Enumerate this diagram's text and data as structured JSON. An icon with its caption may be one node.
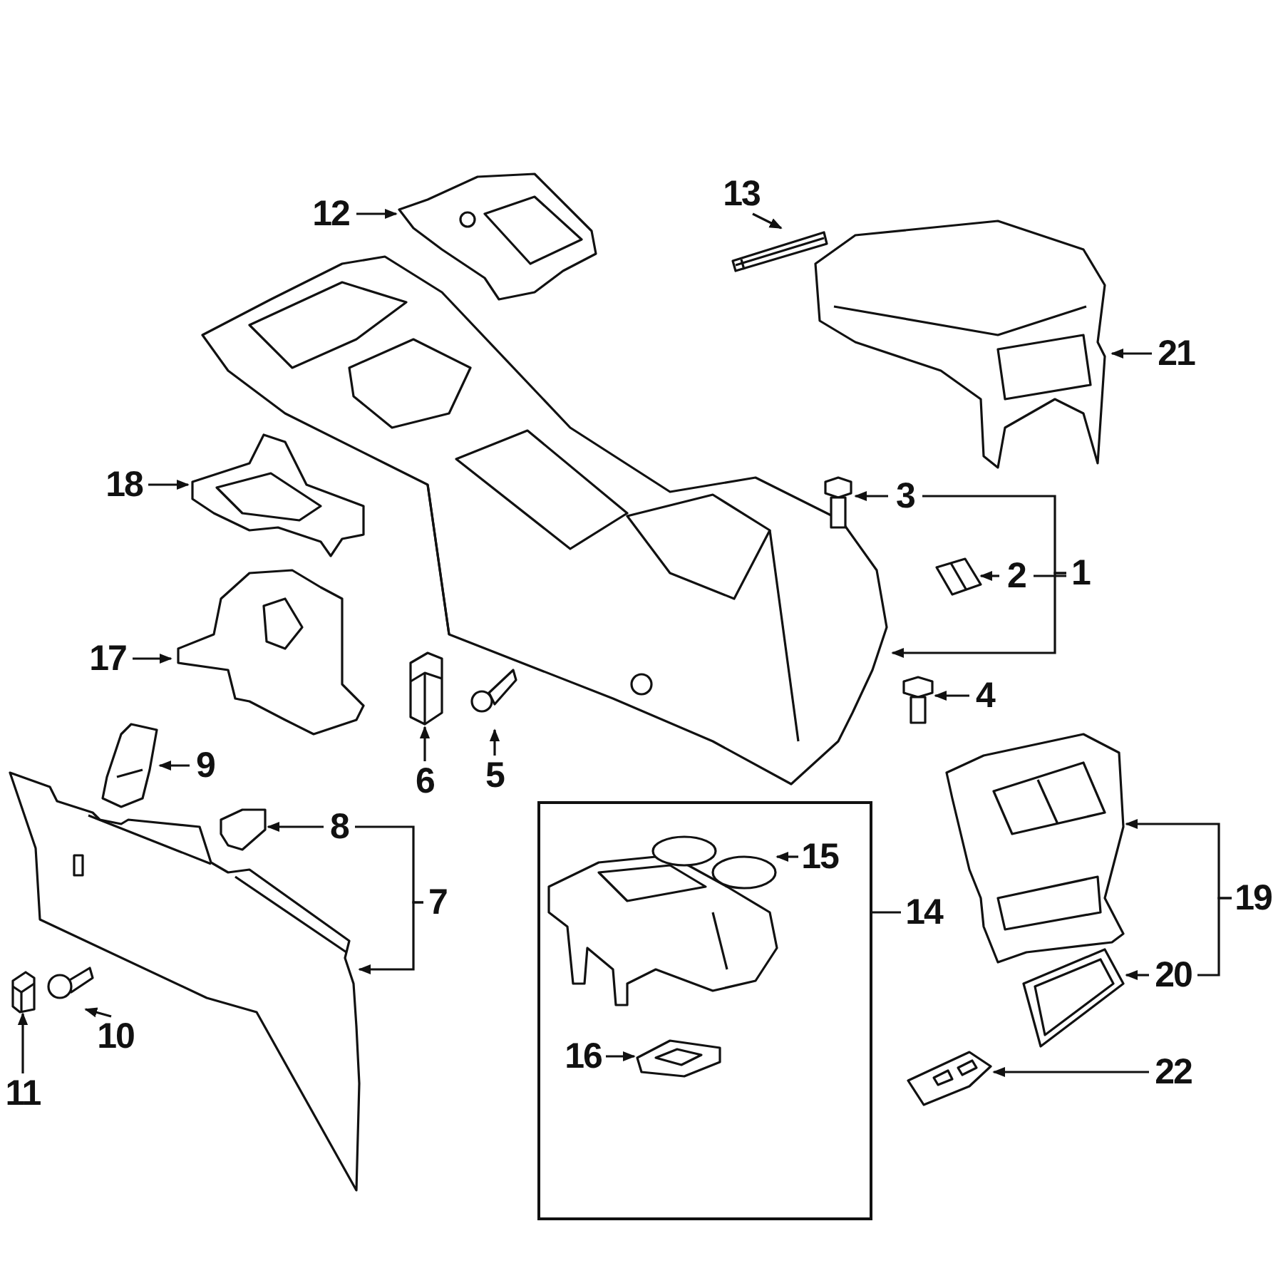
{
  "diagram": {
    "nodes": [
      {
        "text": [
          "12"
        ]
      },
      {
        "text": [],
        "shape": "picture"
      },
      {
        "text": [
          "13"
        ]
      },
      {
        "text": [],
        "shape": "picture"
      },
      {
        "text": [
          "21"
        ]
      },
      {
        "text": [],
        "shape": "picture"
      },
      {
        "text": [],
        "shape": "picture"
      },
      {
        "text": [
          "18"
        ]
      },
      {
        "text": [],
        "shape": "picture"
      },
      {
        "text": [
          "3"
        ]
      },
      {
        "text": [],
        "shape": "picture"
      },
      {
        "text": [
          "2"
        ]
      },
      {
        "text": [],
        "shape": "picture"
      },
      {
        "text": [
          "1"
        ]
      },
      {
        "text": [
          "17"
        ]
      },
      {
        "text": [],
        "shape": "picture"
      },
      {
        "text": [
          "4"
        ]
      },
      {
        "text": [],
        "shape": "picture"
      },
      {
        "text": [
          "6"
        ]
      },
      {
        "text": [],
        "shape": "picture"
      },
      {
        "text": [
          "5"
        ]
      },
      {
        "text": [],
        "shape": "picture"
      },
      {
        "text": [
          "9"
        ]
      },
      {
        "text": [],
        "shape": "picture"
      },
      {
        "text": [
          "8"
        ]
      },
      {
        "text": [],
        "shape": "picture"
      },
      {
        "text": [
          "7"
        ]
      },
      {
        "text": [],
        "shape": "picture"
      },
      {
        "text": [],
        "shape": "box"
      },
      {
        "text": [
          "15"
        ],
        "in": 28
      },
      {
        "text": [],
        "shape": "picture",
        "in": 28
      },
      {
        "text": [
          "14"
        ]
      },
      {
        "text": [
          "16"
        ],
        "in": 28
      },
      {
        "text": [],
        "shape": "picture",
        "in": 28
      },
      {
        "text": [
          "19"
        ]
      },
      {
        "text": [],
        "shape": "picture"
      },
      {
        "text": [
          "20"
        ]
      },
      {
        "text": [],
        "shape": "picture"
      },
      {
        "text": [
          "10"
        ]
      },
      {
        "text": [],
        "shape": "picture"
      },
      {
        "text": [
          "11"
        ]
      },
      {
        "text": [],
        "shape": "picture"
      },
      {
        "text": [
          "22"
        ]
      },
      {
        "text": [],
        "shape": "picture"
      }
    ],
    "edges": [
      {
        "from": 0,
        "to": 1,
        "arrow": "to"
      },
      {
        "from": 2,
        "to": 3,
        "arrow": "to"
      },
      {
        "from": 4,
        "to": 5,
        "arrow": "to"
      },
      {
        "from": 7,
        "to": 8,
        "arrow": "to"
      },
      {
        "from": 9,
        "to": 10,
        "arrow": "to"
      },
      {
        "from": 13,
        "to": 6,
        "arrow": "to"
      },
      {
        "from": 13,
        "to": 9,
        "arrow": "none"
      },
      {
        "from": 11,
        "to": 12,
        "arrow": "to"
      },
      {
        "from": 11,
        "to": 13,
        "arrow": "none"
      },
      {
        "from": 14,
        "to": 15,
        "arrow": "to"
      },
      {
        "from": 16,
        "to": 17,
        "arrow": "to"
      },
      {
        "from": 18,
        "to": 19,
        "arrow": "to"
      },
      {
        "from": 20,
        "to": 21,
        "arrow": "to"
      },
      {
        "from": 22,
        "to": 23,
        "arrow": "to"
      },
      {
        "from": 24,
        "to": 25,
        "arrow": "to"
      },
      {
        "from": 26,
        "to": 27,
        "arrow": "to"
      },
      {
        "from": 26,
        "to": 24,
        "arrow": "none"
      },
      {
        "from": 29,
        "to": 30,
        "arrow": "to"
      },
      {
        "from": 31,
        "to": 28,
        "arrow": "none"
      },
      {
        "from": 32,
        "to": 33,
        "arrow": "to"
      },
      {
        "from": 34,
        "to": 35,
        "arrow": "to"
      },
      {
        "from": 34,
        "to": 36,
        "arrow": "none"
      },
      {
        "from": 36,
        "to": 37,
        "arrow": "to"
      },
      {
        "from": 38,
        "to": 39,
        "arrow": "to"
      },
      {
        "from": 40,
        "to": 41,
        "arrow": "to"
      },
      {
        "from": 42,
        "to": 43,
        "arrow": "to"
      }
    ]
  }
}
